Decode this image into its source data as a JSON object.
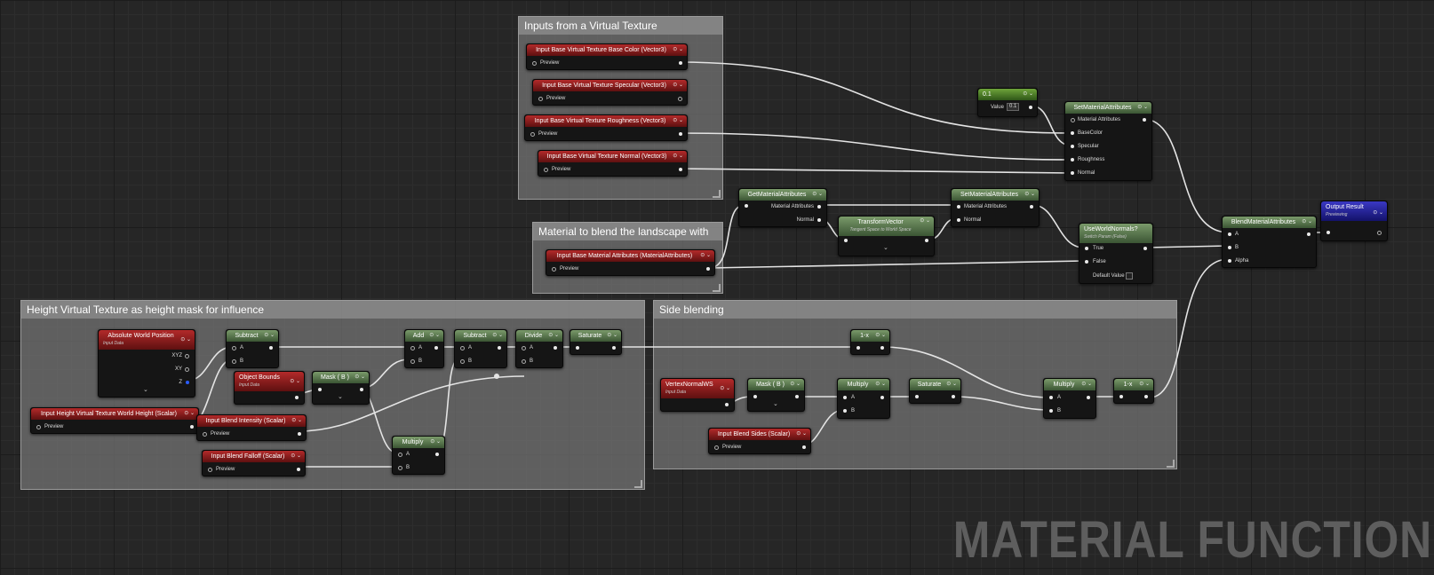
{
  "comments": [
    {
      "title": "Inputs from a Virtual Texture"
    },
    {
      "title": "Material to blend the landscape with"
    },
    {
      "title": "Height Virtual Texture as height mask for influence"
    },
    {
      "title": "Side blending"
    }
  ],
  "nodes": {
    "bvtBaseColor": {
      "title": "Input Base Virtual Texture Base Color (Vector3)",
      "pin": "Preview"
    },
    "bvtSpecular": {
      "title": "Input Base Virtual Texture Specular (Vector3)",
      "pin": "Preview"
    },
    "bvtRoughness": {
      "title": "Input Base Virtual Texture Roughness (Vector3)",
      "pin": "Preview"
    },
    "bvtNormal": {
      "title": "Input Base Virtual Texture Normal (Vector3)",
      "pin": "Preview"
    },
    "baseMat": {
      "title": "Input Base Material Attributes (MaterialAttributes)",
      "pin": "Preview"
    },
    "const01": {
      "title": "0.1",
      "label": "Value",
      "value": "0.1"
    },
    "setMat1": {
      "title": "SetMaterialAttributes",
      "pins": [
        "Material Attributes",
        "BaseColor",
        "Specular",
        "Roughness",
        "Normal"
      ]
    },
    "getMat": {
      "title": "GetMaterialAttributes",
      "pins": [
        "Material Attributes",
        "Normal"
      ]
    },
    "transformVec": {
      "title": "TransformVector",
      "sub": "Tangent Space to World Space"
    },
    "setMat2": {
      "title": "SetMaterialAttributes",
      "pins": [
        "Material Attributes",
        "Normal"
      ]
    },
    "useWorldNormals": {
      "title": "UseWorldNormals?",
      "sub": "Switch Param (False)",
      "pins": [
        "True",
        "False",
        "Default Value"
      ]
    },
    "blendMat": {
      "title": "BlendMaterialAttributes",
      "pins": [
        "A",
        "B",
        "Alpha"
      ]
    },
    "output": {
      "title": "Output Result",
      "sub": "Previewing"
    },
    "absWorldPos": {
      "title": "Absolute World Position",
      "sub": "Input Data",
      "pins": [
        "XYZ",
        "XY",
        "Z"
      ]
    },
    "heightInput": {
      "title": "Input Height Virtual Texture World Height (Scalar)",
      "pin": "Preview"
    },
    "subtract1": {
      "title": "Subtract",
      "pins": [
        "A",
        "B"
      ]
    },
    "objBounds": {
      "title": "Object Bounds",
      "sub": "Input Data"
    },
    "maskB1": {
      "title": "Mask ( B )"
    },
    "blendIntensity": {
      "title": "Input Blend Intensity (Scalar)",
      "pin": "Preview"
    },
    "blendFalloff": {
      "title": "Input Blend Falloff (Scalar)",
      "pin": "Preview"
    },
    "add": {
      "title": "Add",
      "pins": [
        "A",
        "B"
      ]
    },
    "subtract2": {
      "title": "Subtract",
      "pins": [
        "A",
        "B"
      ]
    },
    "divide": {
      "title": "Divide",
      "pins": [
        "A",
        "B"
      ]
    },
    "saturate1": {
      "title": "Saturate"
    },
    "multiply1": {
      "title": "Multiply",
      "pins": [
        "A",
        "B"
      ]
    },
    "oneMinus1": {
      "title": "1-x"
    },
    "vertexNormal": {
      "title": "VertexNormalWS",
      "sub": "Input Data"
    },
    "maskB2": {
      "title": "Mask ( B )"
    },
    "multiply2": {
      "title": "Multiply",
      "pins": [
        "A",
        "B"
      ]
    },
    "saturate2": {
      "title": "Saturate"
    },
    "blendSides": {
      "title": "Input Blend Sides (Scalar)",
      "pin": "Preview"
    },
    "multiply3": {
      "title": "Multiply",
      "pins": [
        "A",
        "B"
      ]
    },
    "oneMinus2": {
      "title": "1-x"
    }
  },
  "colors": {
    "grid": "#262626",
    "comment": "#767676",
    "wire": "#e8e8e8",
    "redHeader": "#b32a2a",
    "greenHeader": "#6f8c5e",
    "outputHeader": "#2a28a8",
    "constHeader": "#5e9a2e"
  },
  "watermark": "MATERIAL FUNCTION"
}
